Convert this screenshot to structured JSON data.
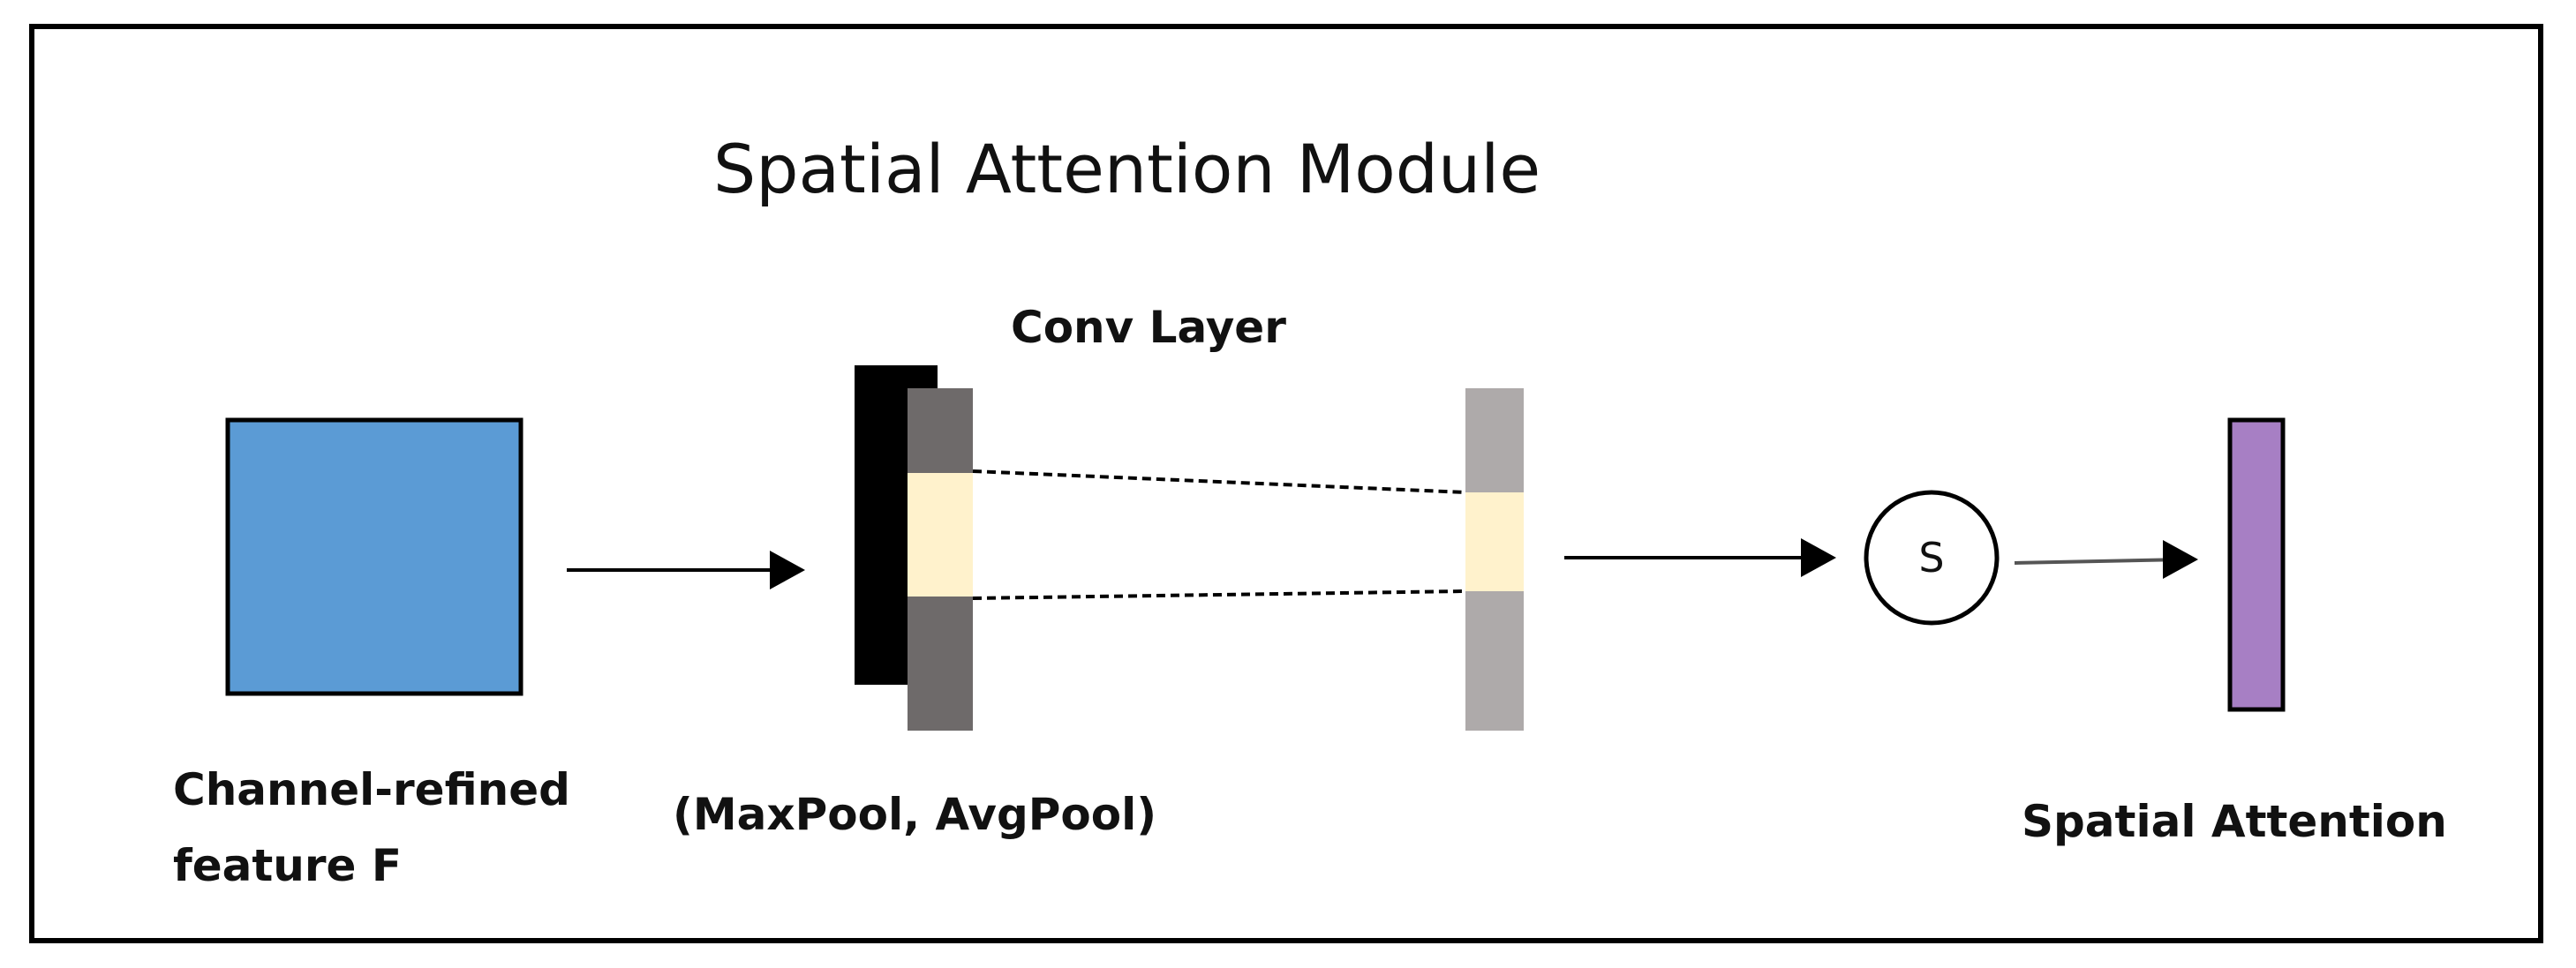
{
  "title": "Spatial Attention Module",
  "labels": {
    "conv_layer": "Conv Layer",
    "input_line1": "Channel-refined",
    "input_line2": "feature F",
    "pooling": "(MaxPool, AvgPool)",
    "sigmoid_symbol": "S",
    "output": "Spatial Attention"
  },
  "colors": {
    "input_fill": "#5b9bd5",
    "maxpool_fill": "#000000",
    "avgpool_fill": "#6e6a6a",
    "highlight_fill": "#fff2cc",
    "conv_fill": "#aeaaaa",
    "output_fill": "#a77fc4",
    "stroke": "#000000"
  }
}
